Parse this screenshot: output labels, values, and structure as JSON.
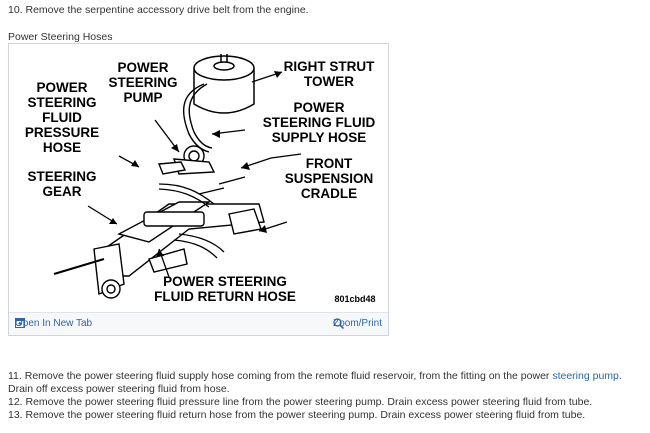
{
  "step_10": "10. Remove the serpentine accessory drive belt from the engine.",
  "section_title": "Power Steering Hoses",
  "figure": {
    "labels": {
      "pump": [
        "POWER",
        "STEERING",
        "PUMP"
      ],
      "pressure_hose": [
        "POWER",
        "STEERING",
        "FLUID",
        "PRESSURE",
        "HOSE"
      ],
      "steering_gear": [
        "STEERING",
        "GEAR"
      ],
      "strut_tower": [
        "RIGHT STRUT",
        "TOWER"
      ],
      "supply_hose": [
        "POWER",
        "STEERING FLUID",
        "SUPPLY HOSE"
      ],
      "cradle": [
        "FRONT",
        "SUSPENSION",
        "CRADLE"
      ],
      "return_hose": [
        "POWER STEERING",
        "FLUID RETURN HOSE"
      ]
    },
    "figure_code": "801cbd48",
    "open_label": "Open In New Tab",
    "zoom_label": "Zoom/Print"
  },
  "steps": {
    "s11_before": "11. Remove the power steering fluid supply hose coming from the remote fluid reservoir, from the fitting on the power ",
    "s11_link": "steering pump",
    "s11_after": ". Drain off excess power steering fluid from hose.",
    "s12": "12. Remove the power steering fluid pressure line from the power steering pump. Drain excess power steering fluid from tube.",
    "s13": "13. Remove the power steering fluid return hose from the power steering pump. Drain excess power steering fluid from tube."
  }
}
